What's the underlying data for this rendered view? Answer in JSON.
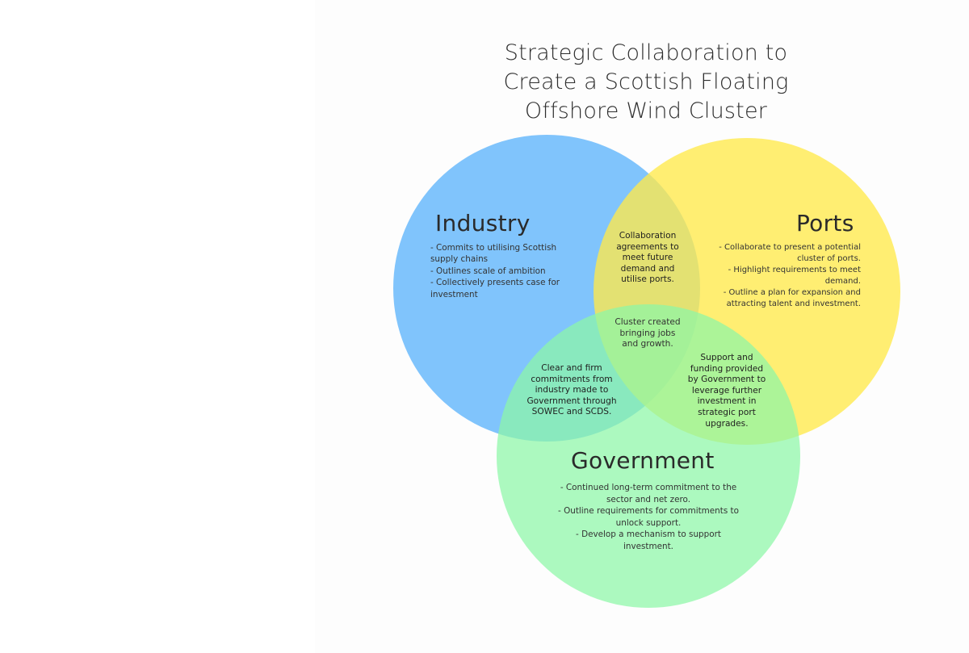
{
  "title": {
    "lines": [
      "Strategic Collaboration to",
      "Create a Scottish Floating",
      "Offshore Wind Cluster"
    ]
  },
  "colors": {
    "industry": "#80C4FC",
    "ports": "#FFEF70",
    "government": "#A6FBBA",
    "text": "#2b2b2b",
    "background": "#fdfdfd"
  },
  "sets": {
    "industry": {
      "label": "Industry",
      "points": [
        "- Commits to utilising Scottish",
        "supply chains",
        "- Outlines scale of ambition",
        "- Collectively presents case for",
        "investment"
      ]
    },
    "ports": {
      "label": "Ports",
      "points": [
        "- Collaborate to present a potential",
        "cluster of ports.",
        "- Highlight requirements to meet",
        "demand.",
        "- Outline a plan for expansion and",
        "attracting talent and investment."
      ]
    },
    "government": {
      "label": "Government",
      "points": [
        "- Continued long-term commitment to the",
        "sector and net zero.",
        "- Outline requirements for commitments to",
        "unlock support.",
        "- Develop a mechanism to support",
        "investment."
      ]
    }
  },
  "overlaps": {
    "industry_ports": [
      "Collaboration",
      "agreements to",
      "meet future",
      "demand and",
      "utilise ports."
    ],
    "all_three": [
      "Cluster created",
      "bringing jobs",
      "and growth."
    ],
    "industry_government": [
      "Clear and firm",
      "commitments from",
      "industry made to",
      "Government through",
      "SOWEC and SCDS."
    ],
    "ports_government": [
      "Support and",
      "funding provided",
      "by Government to",
      "leverage further",
      "investment in",
      "strategic port",
      "upgrades."
    ]
  }
}
